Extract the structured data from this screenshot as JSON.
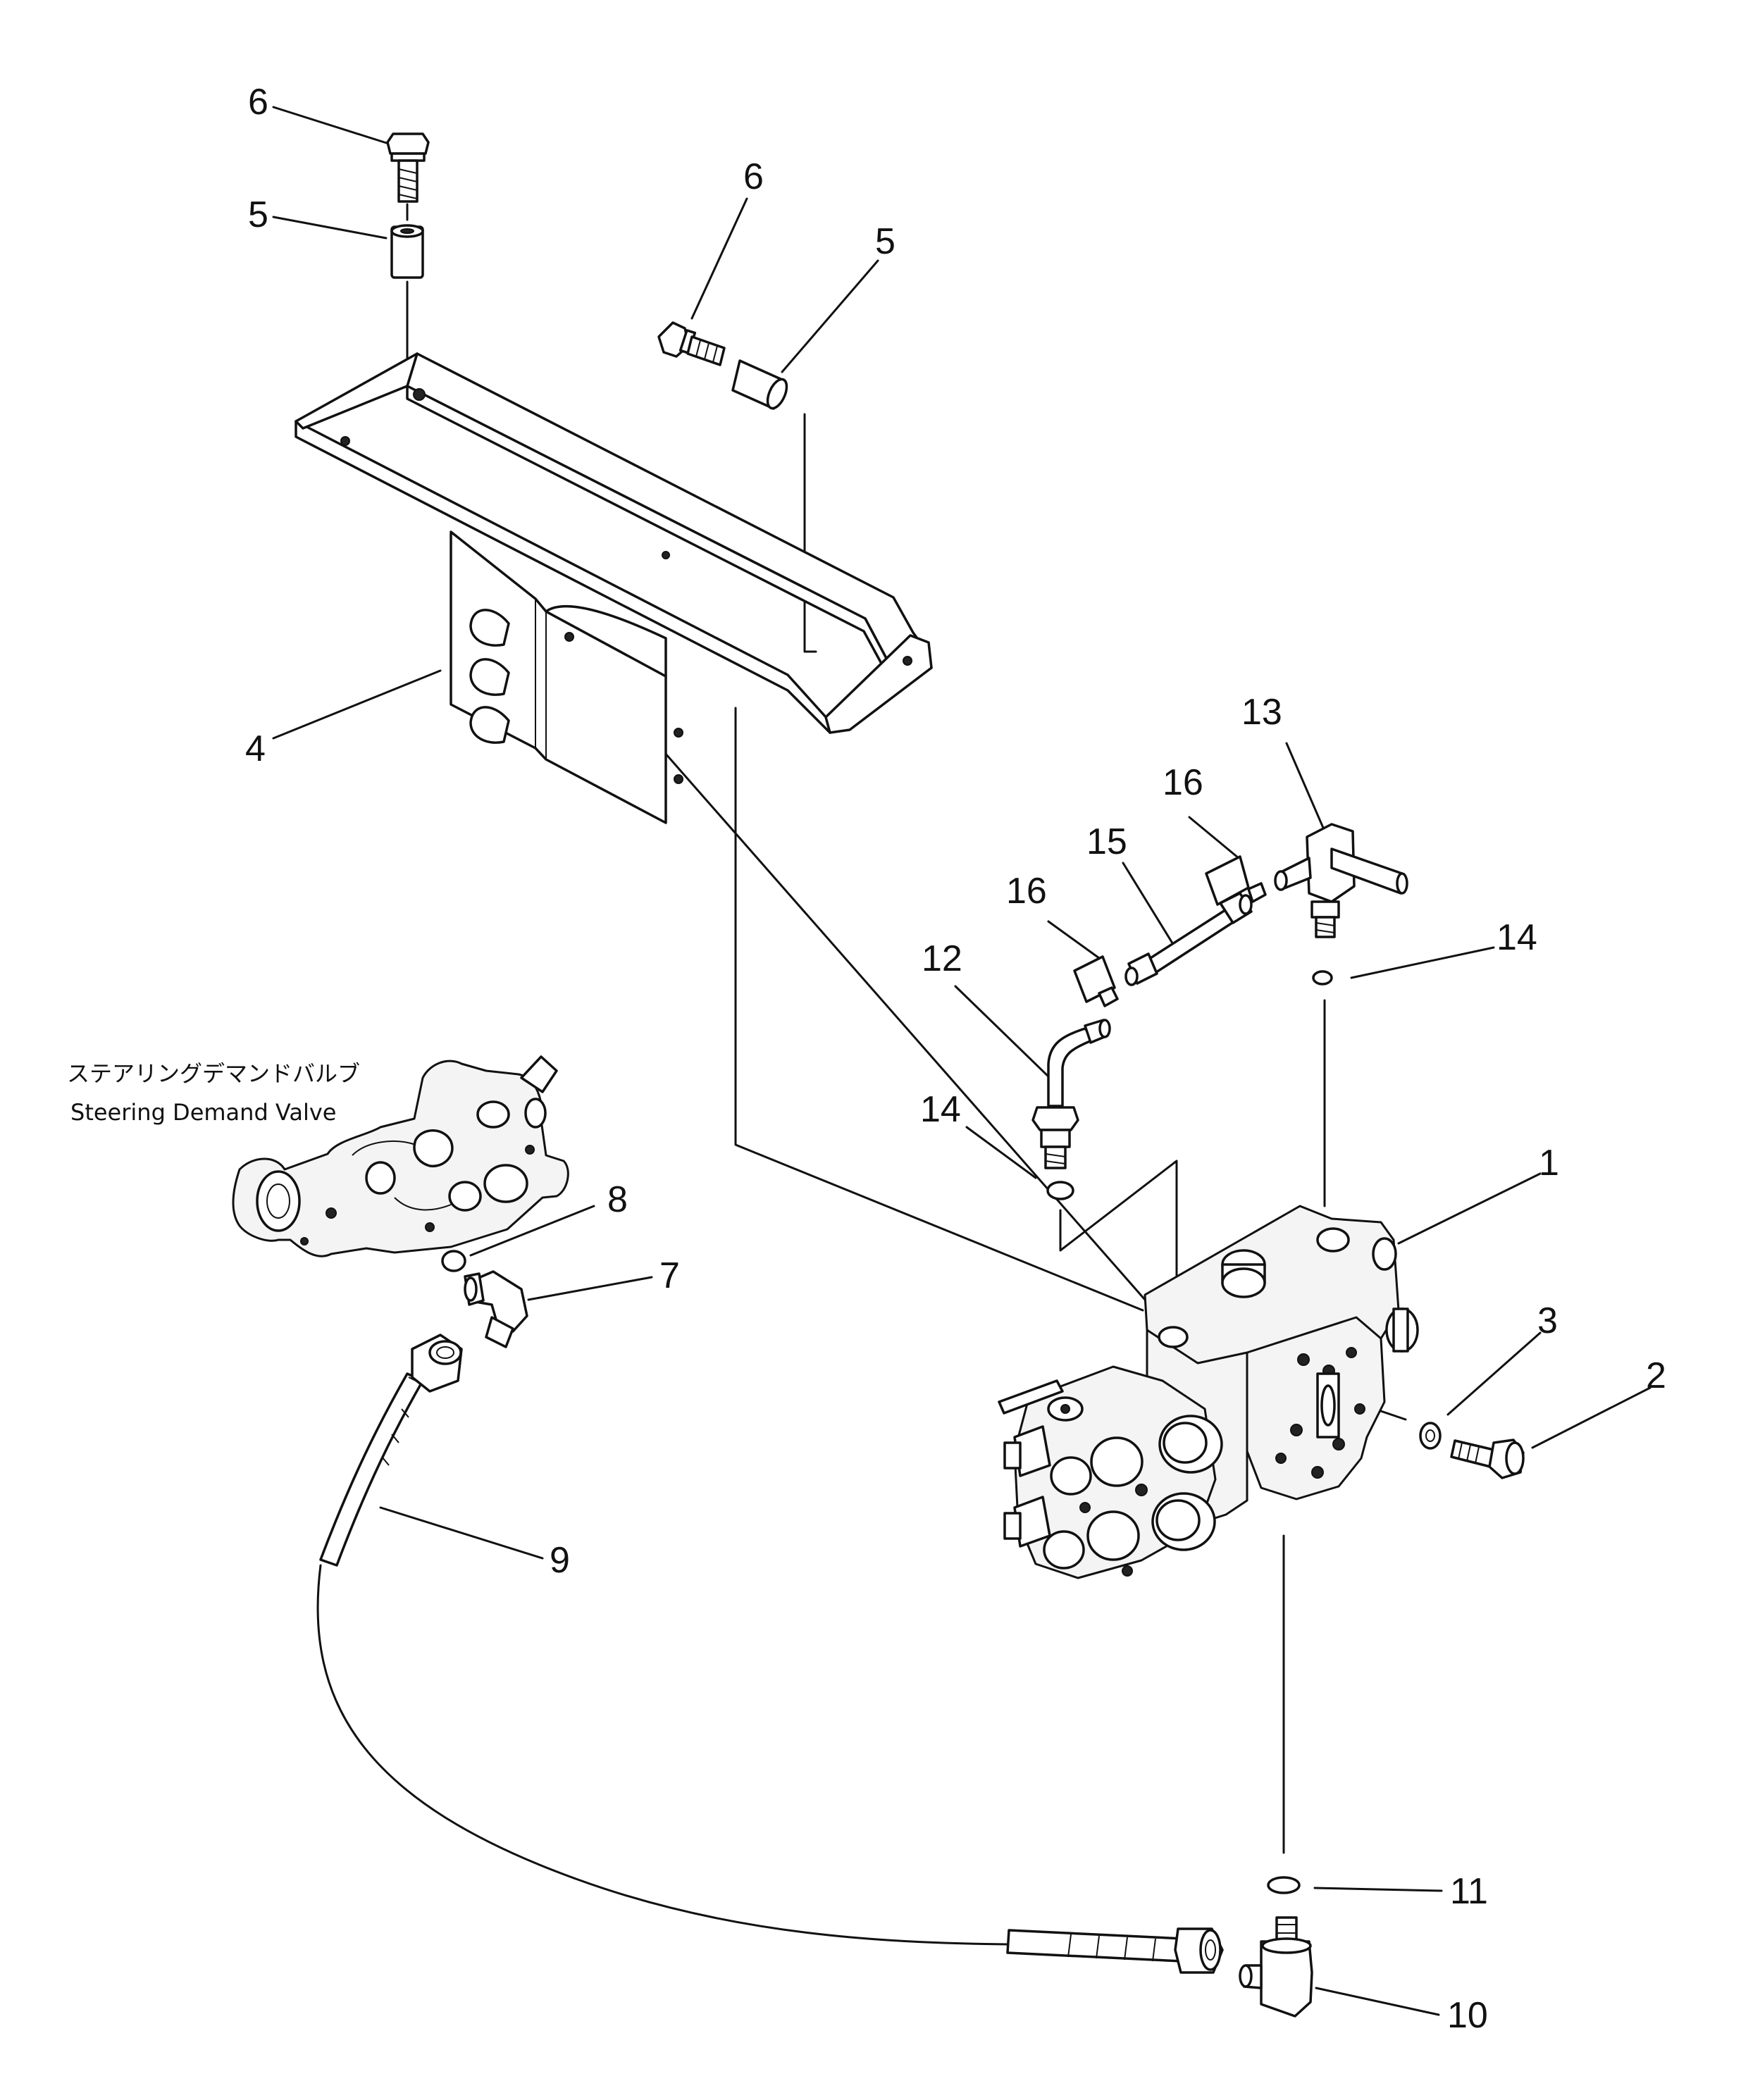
{
  "diagram": {
    "callouts": [
      {
        "id": "c6a",
        "label": "6"
      },
      {
        "id": "c5a",
        "label": "5"
      },
      {
        "id": "c6b",
        "label": "6"
      },
      {
        "id": "c5b",
        "label": "5"
      },
      {
        "id": "c4",
        "label": "4"
      },
      {
        "id": "c13",
        "label": "13"
      },
      {
        "id": "c16a",
        "label": "16"
      },
      {
        "id": "c15",
        "label": "15"
      },
      {
        "id": "c16b",
        "label": "16"
      },
      {
        "id": "c12",
        "label": "12"
      },
      {
        "id": "c14a",
        "label": "14"
      },
      {
        "id": "c14b",
        "label": "14"
      },
      {
        "id": "c1",
        "label": "1"
      },
      {
        "id": "c8",
        "label": "8"
      },
      {
        "id": "c7",
        "label": "7"
      },
      {
        "id": "c3",
        "label": "3"
      },
      {
        "id": "c2",
        "label": "2"
      },
      {
        "id": "c9",
        "label": "9"
      },
      {
        "id": "c11",
        "label": "11"
      },
      {
        "id": "c10",
        "label": "10"
      }
    ],
    "note": {
      "label_ja": "ステアリングデマンドバルブ",
      "label_en": "Steering Demand Valve"
    }
  }
}
